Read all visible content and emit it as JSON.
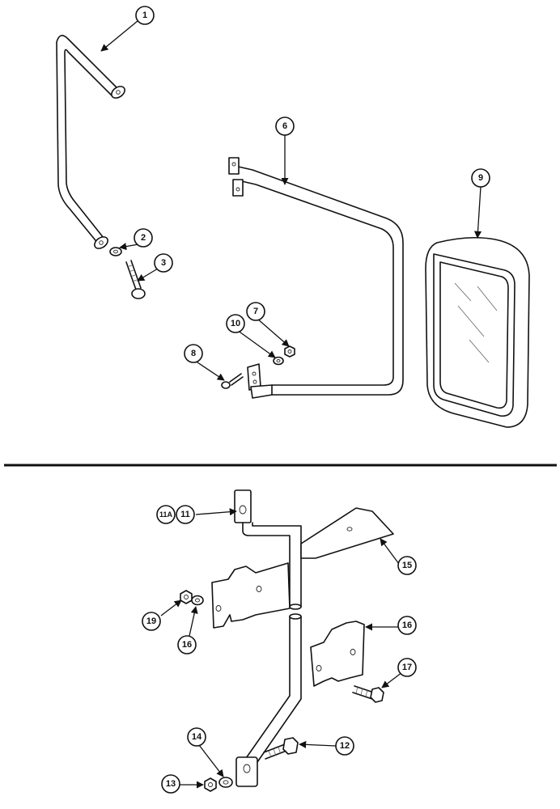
{
  "callouts": {
    "c1": "1",
    "c2": "2",
    "c3": "3",
    "c6": "6",
    "c7": "7",
    "c8": "8",
    "c9": "9",
    "c10": "10",
    "c11a": "11A",
    "c11": "11",
    "c12": "12",
    "c13": "13",
    "c14": "14",
    "c15": "15",
    "c16a": "16",
    "c16b": "16",
    "c17": "17",
    "c19": "19"
  }
}
